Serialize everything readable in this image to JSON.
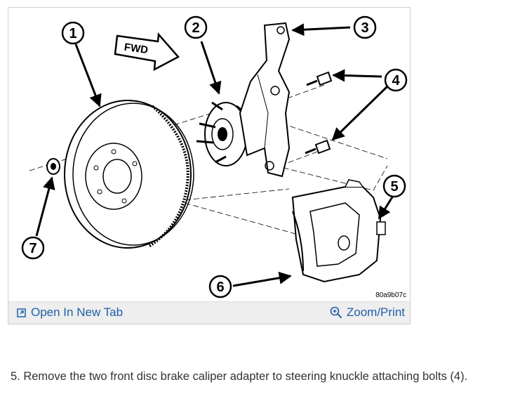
{
  "figure": {
    "callouts": [
      "1",
      "2",
      "3",
      "4",
      "5",
      "6",
      "7"
    ],
    "fwd_label": "FWD",
    "figure_code": "80a9b07c"
  },
  "toolbar": {
    "open_label": "Open In New Tab",
    "zoom_label": "Zoom/Print",
    "open_icon": "open-new-tab-icon",
    "zoom_icon": "magnifier-plus-icon",
    "link_color": "#1f5fa8"
  },
  "caption": {
    "text": "5. Remove the two front disc brake caliper adapter to steering knuckle attaching bolts (4)."
  }
}
